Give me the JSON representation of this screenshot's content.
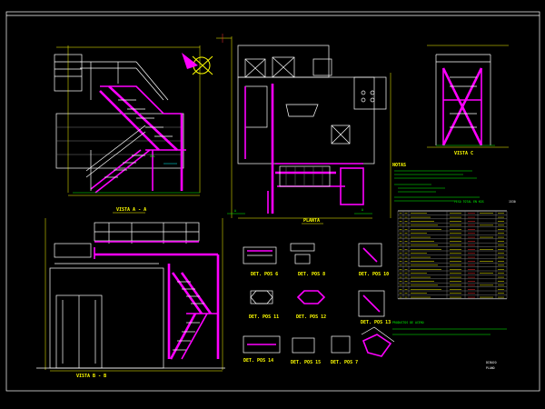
{
  "drawing": {
    "background": "#000000",
    "colors": {
      "frame": "#ffffff",
      "steel": "#ff00ff",
      "dim": "#ffff00",
      "notes": "#00ff00",
      "aux": "#00ffff"
    },
    "titles": {
      "vista_a": "VISTA A - A",
      "vista_b": "VISTA B - B",
      "vista_c": "VISTA C",
      "planta": "PLANTA",
      "det_pos6": "DET. POS 6",
      "det_pos7": "DET. POS 7",
      "det_pos8": "DET. POS 8",
      "det_pos10": "DET. POS 10",
      "det_pos11": "DET. POS 11",
      "det_pos12": "DET. POS 12",
      "det_pos13": "DET. POS 13",
      "det_pos14": "DET. POS 14",
      "det_pos15": "DET. POS 15"
    },
    "notes_header": "NOTAS",
    "weight_label": "PESO TOTAL EN KGS",
    "weight_value": "1530",
    "footer_green": "PRODUCTOS DE ACERO",
    "title_block_1": "DIBUJO",
    "title_block_2": "PLANO"
  }
}
